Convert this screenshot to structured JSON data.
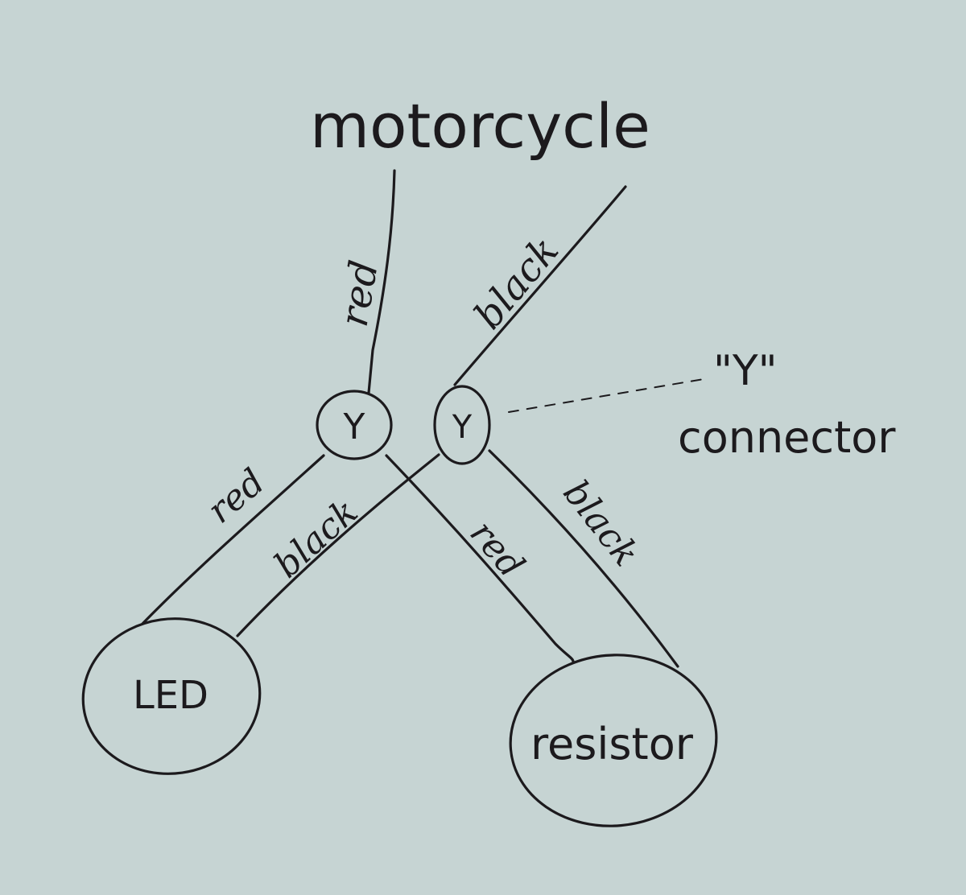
{
  "title": "motorcycle",
  "wire_labels": {
    "input_red": "red",
    "input_black": "black",
    "led_red": "red",
    "led_black": "black",
    "resistor_red": "red",
    "resistor_black": "black"
  },
  "connector_symbol_left": "Y",
  "connector_symbol_right": "Y",
  "connector_callout": {
    "line1": "\"Y\"",
    "line2": "connector"
  },
  "components": {
    "led": "LED",
    "resistor": "resistor"
  },
  "colors": {
    "paper": "#c6d4d3",
    "ink": "#1c1a1d"
  }
}
